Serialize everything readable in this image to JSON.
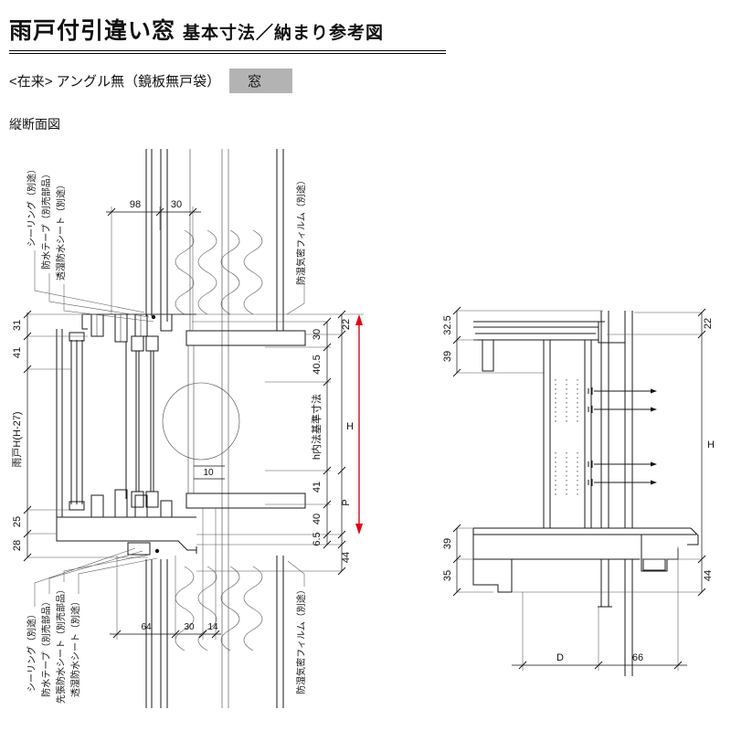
{
  "colors": {
    "accent_red": "#e60012",
    "highlight_gray": "#b3b3b3"
  },
  "header": {
    "title_main": "雨戸付引違い窓",
    "title_sub": "基本寸法／納まり参考図",
    "subtitle": "<在来> アングル無（鏡板無戸袋）",
    "subtitle_tag": "窓"
  },
  "section_label": "縦断面図",
  "left_drawing": {
    "dim_top": [
      "98",
      "30"
    ],
    "dim_left": [
      "31",
      "41",
      "雨戸H(H-27)",
      "25",
      "28"
    ],
    "dim_right_inner": [
      "30",
      "40.5",
      "h内法基準寸法",
      "41",
      "40",
      "6.5"
    ],
    "dim_right_outer": [
      "22",
      "P",
      "44"
    ],
    "dim_height": "H",
    "dim_gap": "10",
    "dim_bottom": [
      "64",
      "30",
      "14"
    ],
    "labels_top": [
      "シーリング（別途）",
      "防水テープ（別売部品）",
      "透湿防水シート（別途）"
    ],
    "label_top_right": "防湿気密フィルム（別途）",
    "labels_bottom": [
      "シーリング（別途）",
      "防水テープ（別売部品）",
      "先張防水シート（別売部品）",
      "透湿防水シート（別途）"
    ],
    "label_bottom_right": "防湿気密フィルム（別途）"
  },
  "right_drawing": {
    "dim_left_top": [
      "32.5",
      "39"
    ],
    "dim_left_bottom": [
      "39",
      "35"
    ],
    "dim_right": [
      "22",
      "H",
      "44"
    ],
    "dim_bottom": [
      "D",
      "66"
    ]
  }
}
